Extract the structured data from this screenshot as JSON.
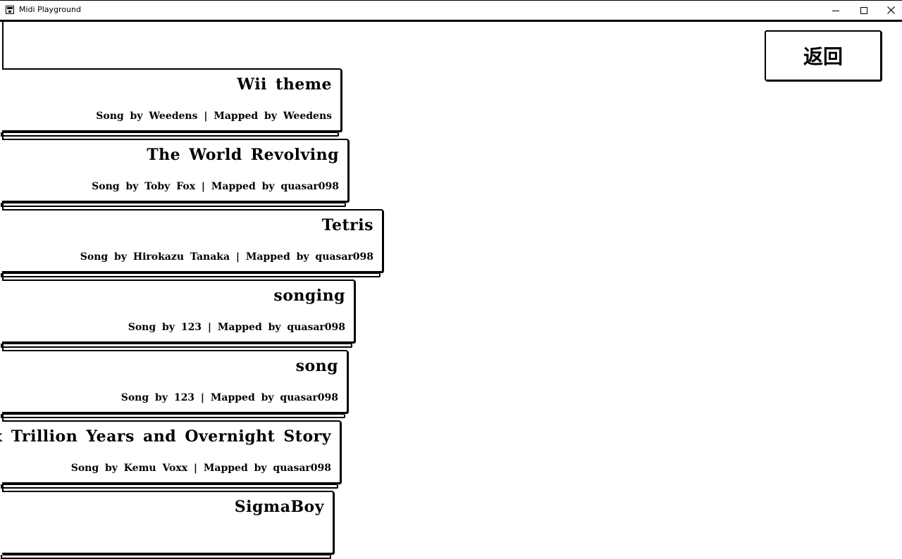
{
  "window": {
    "title": "Midi Playground",
    "minimize_label": "–",
    "close_label": "✕"
  },
  "back_button": {
    "label": "返回"
  },
  "songs": [
    {
      "title": "Wii theme",
      "meta": "Song by Weedens | Mapped by Weedens"
    },
    {
      "title": "The World Revolving",
      "meta": "Song by Toby Fox | Mapped by quasar098"
    },
    {
      "title": "Tetris",
      "meta": "Song by Hirokazu Tanaka | Mapped by quasar098"
    },
    {
      "title": "songing",
      "meta": "Song by 123 | Mapped by quasar098"
    },
    {
      "title": "song",
      "meta": "Song by 123 | Mapped by quasar098"
    },
    {
      "title": "Six Trillion Years and Overnight Story",
      "meta": "Song by Kemu Voxx | Mapped by quasar098"
    },
    {
      "title": "SigmaBoy",
      "meta": ""
    }
  ]
}
